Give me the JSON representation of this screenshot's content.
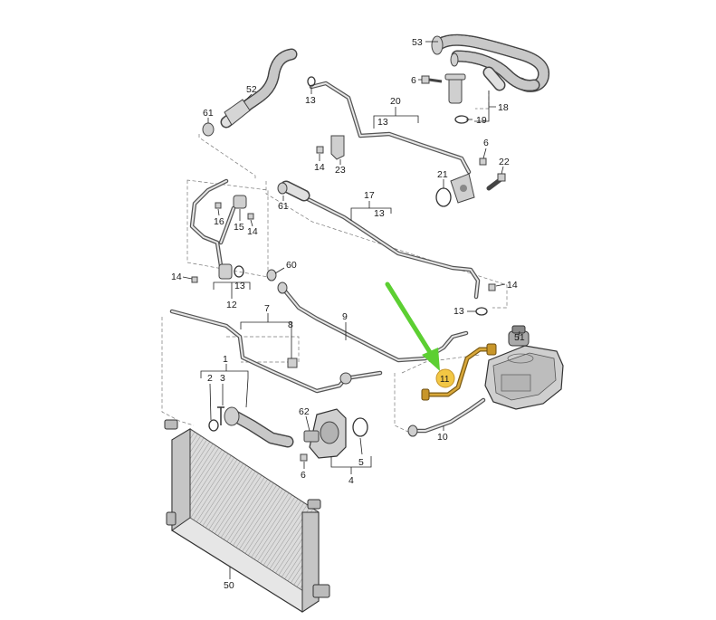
{
  "diagram": {
    "colors": {
      "highlight_pipe": "#c8962a",
      "callout_fill": "#f2c744",
      "arrow": "#5ccf32"
    },
    "highlighted_part": "11",
    "labels": {
      "p1": "1",
      "p2": "2",
      "p3": "3",
      "p4": "4",
      "p5": "5",
      "p6a": "6",
      "p6b": "6",
      "p6c": "6",
      "p7": "7",
      "p8": "8",
      "p9": "9",
      "p10": "10",
      "p11": "11",
      "p12": "12",
      "p13a": "13",
      "p13b": "13",
      "p13c": "13",
      "p13d": "13",
      "p13e": "13",
      "p14a": "14",
      "p14b": "14",
      "p14c": "14",
      "p14d": "14",
      "p15": "15",
      "p16": "16",
      "p17": "17",
      "p18": "18",
      "p19": "19",
      "p20": "20",
      "p21": "21",
      "p22": "22",
      "p23": "23",
      "p50": "50",
      "p51": "51",
      "p52": "52",
      "p53": "53",
      "p60": "60",
      "p61a": "61",
      "p61b": "61",
      "p62": "62"
    }
  }
}
